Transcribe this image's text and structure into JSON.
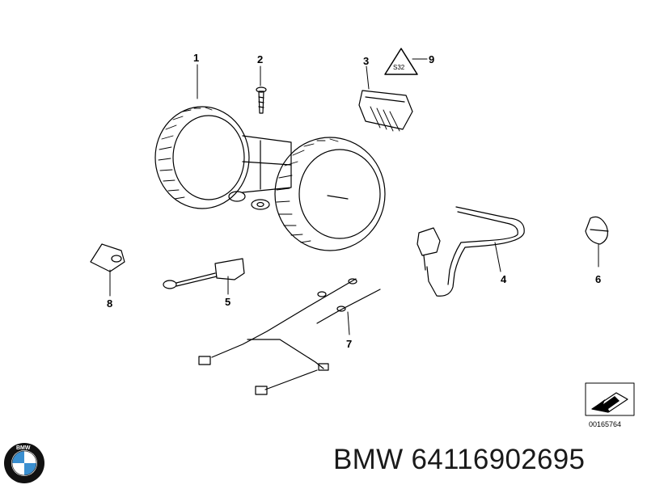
{
  "callouts": {
    "c1": "1",
    "c2": "2",
    "c3": "3",
    "c4": "4",
    "c5": "5",
    "c6": "6",
    "c7": "7",
    "c8": "8",
    "c9": "9"
  },
  "warning_label": "S32",
  "reference_code": "00165764",
  "logo": {
    "text": "BMW",
    "colors": {
      "blue": "#3a8fd0",
      "white": "#ffffff",
      "ring": "#111111"
    }
  },
  "part_caption": "BMW 64116902695",
  "colors": {
    "line": "#000000",
    "background": "#ffffff"
  },
  "icons": [
    "bmw-roundel-icon",
    "warning-triangle-icon",
    "arrow-reference-icon"
  ]
}
